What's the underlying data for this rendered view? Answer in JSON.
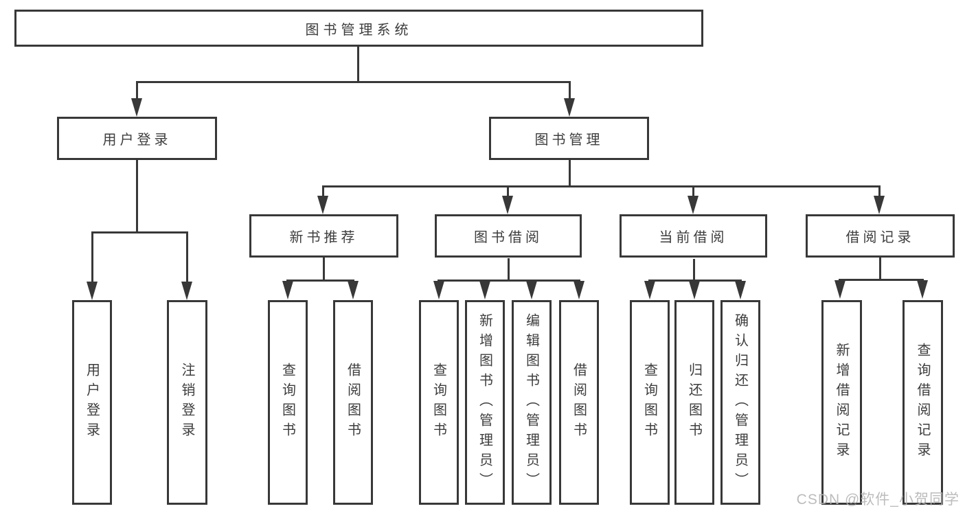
{
  "tree": {
    "label": "图书管理系统",
    "children": [
      {
        "label": "用户登录",
        "children": [
          {
            "label": "用户登录"
          },
          {
            "label": "注销登录"
          }
        ]
      },
      {
        "label": "图书管理",
        "children": [
          {
            "label": "新书推荐",
            "children": [
              {
                "label": "查询图书"
              },
              {
                "label": "借阅图书"
              }
            ]
          },
          {
            "label": "图书借阅",
            "children": [
              {
                "label": "查询图书"
              },
              {
                "label": "新增图书（管理员）"
              },
              {
                "label": "编辑图书（管理员）"
              },
              {
                "label": "借阅图书"
              }
            ]
          },
          {
            "label": "当前借阅",
            "children": [
              {
                "label": "查询图书"
              },
              {
                "label": "归还图书"
              },
              {
                "label": "确认归还（管理员）"
              }
            ]
          },
          {
            "label": "借阅记录",
            "children": [
              {
                "label": "新增借阅记录"
              },
              {
                "label": "查询借阅记录"
              }
            ]
          }
        ]
      }
    ]
  },
  "watermark": {
    "text": "CSDN @软件_小贺同学"
  },
  "colors": {
    "line": "#383838",
    "text": "#3d3d3d",
    "watermark": "#b5b5b5",
    "background": "#ffffff"
  }
}
